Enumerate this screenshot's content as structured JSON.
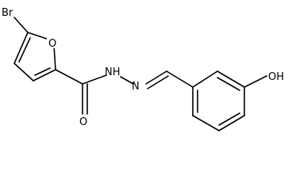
{
  "molecule": {
    "atoms": {
      "bromine": "Br",
      "furan_oxygen": "O",
      "carbonyl_oxygen": "O",
      "amide_nh": "NH",
      "imine_n": "N",
      "hydroxyl": "OH"
    },
    "colors": {
      "bond": "#000000",
      "label": "#000000",
      "background": "#ffffff"
    }
  }
}
